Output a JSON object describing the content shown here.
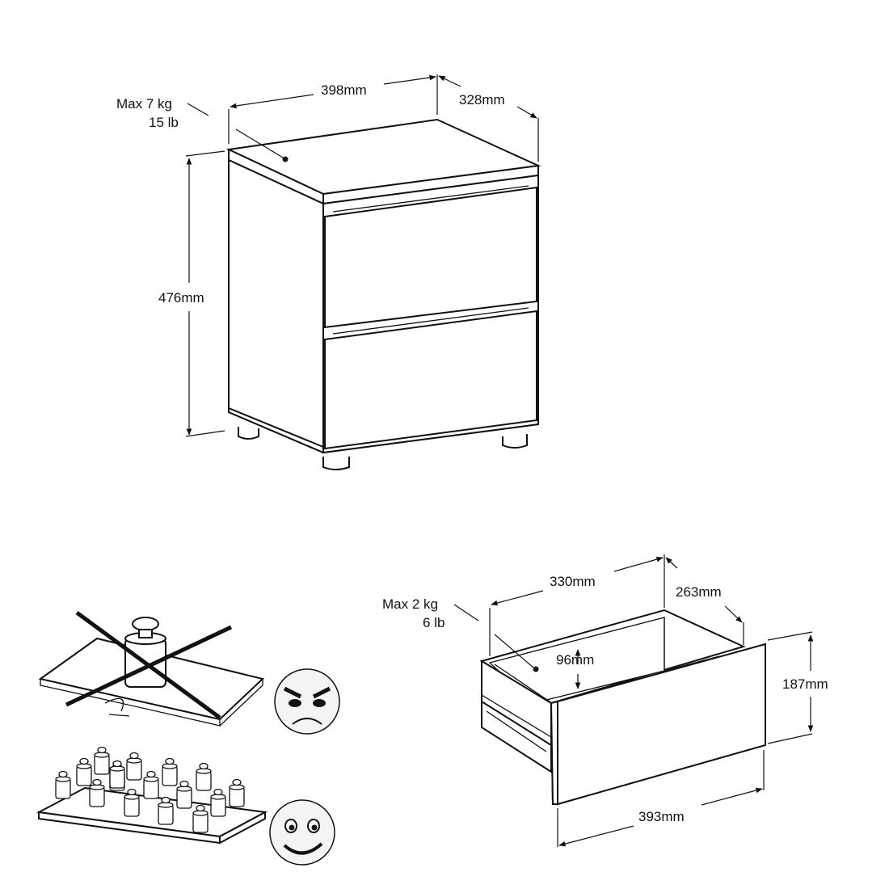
{
  "cabinet": {
    "top_load": {
      "kg": "Max 7 kg",
      "lb": "15 lb"
    },
    "width": "398mm",
    "depth": "328mm",
    "height": "476mm"
  },
  "drawer": {
    "load": {
      "kg": "Max 2 kg",
      "lb": "6 lb"
    },
    "inner_width": "330mm",
    "inner_depth": "263mm",
    "inner_height": "96mm",
    "front_height": "187mm",
    "front_width": "393mm"
  },
  "icons": {
    "concentrated_load": "concentrated-load-wrong-icon",
    "angry_face": "angry-face-icon",
    "distributed_load": "distributed-load-correct-icon",
    "happy_face": "happy-face-icon"
  }
}
